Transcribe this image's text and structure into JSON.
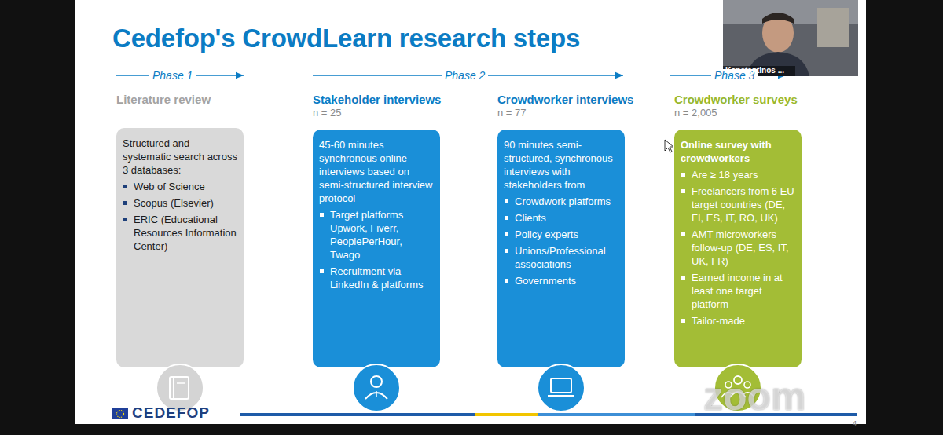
{
  "diagram": {
    "title": "Cedefop's CrowdLearn research steps",
    "nodes": [
      {
        "text": [
          "Literature review",
          "Structured and systematic search across 3 databases:",
          "Web of Science",
          "Scopus (Elsevier)",
          "ERIC (Educational Resources Information Center)"
        ]
      },
      {
        "text": [
          "Stakeholder interviews",
          "n = 25",
          "45-60 minutes synchronous online interviews based on semi-structured interview protocol",
          "Target platforms Upwork, Fiverr, PeoplePerHour, Twago",
          "Recruitment via LinkedIn & platforms"
        ]
      },
      {
        "text": [
          "Crowdworker interviews",
          "n = 77",
          "90 minutes semi-structured, synchronous interviews with stakeholders from",
          "Crowdwork platforms",
          "Clients",
          "Policy experts",
          "Unions/Professional associations",
          "Governments"
        ]
      },
      {
        "text": [
          "Crowdworker surveys",
          "n = 2,005",
          "Online survey with crowdworkers",
          "Are ≥ 18 years",
          "Freelancers from 6 EU target countries (DE, FI, ES, IT, RO, UK)",
          "AMT microworkers follow-up (DE, ES, IT, UK, FR)",
          "Earned income in at least one target platform",
          "Tailor-made"
        ]
      }
    ],
    "edges": [],
    "labels": [
      "Phase 1",
      "Phase 2",
      "Phase 3",
      "Konstantinos ...",
      "CEDEFOP",
      "4",
      "zoom"
    ]
  }
}
